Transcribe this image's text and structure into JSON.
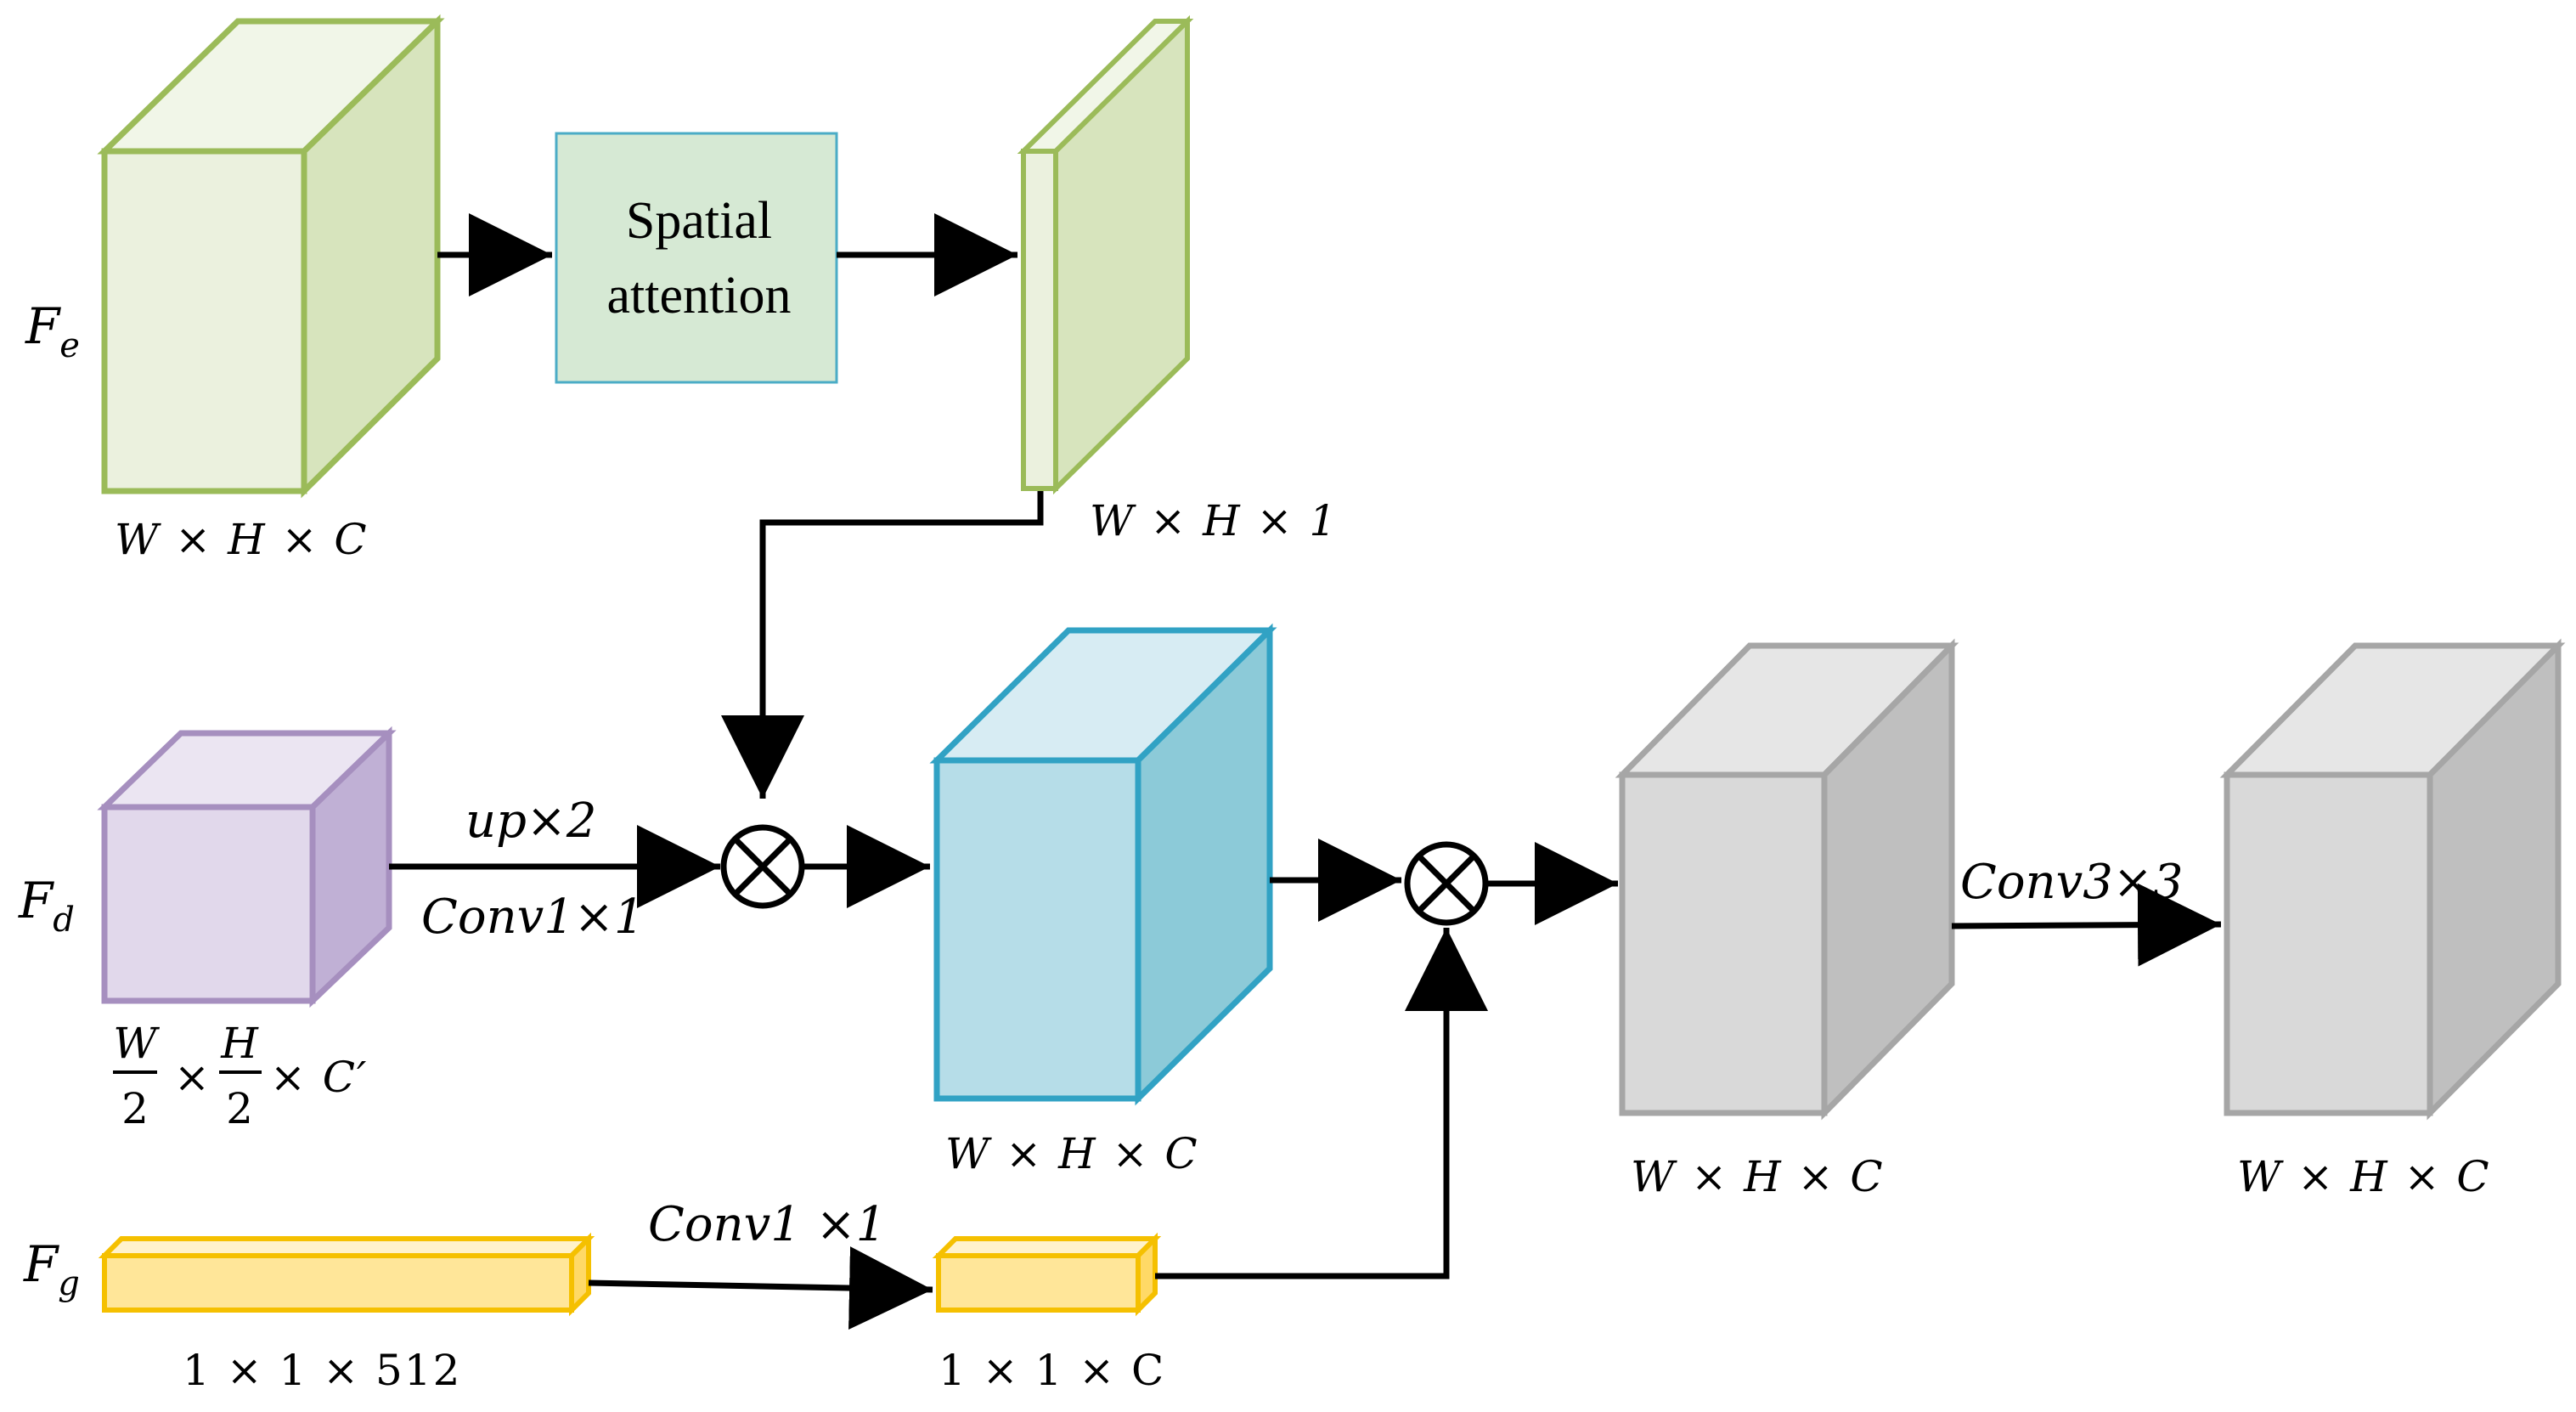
{
  "inputs": {
    "fe": {
      "symbol": "F",
      "subscript": "e",
      "dims": "W × H × C"
    },
    "fd": {
      "symbol": "F",
      "subscript": "d",
      "dims_w_num": "W",
      "dims_den_1": "2",
      "dims_times_1": "×",
      "dims_h_num": "H",
      "dims_den_2": "2",
      "dims_rest": "× C′"
    },
    "fg": {
      "symbol": "F",
      "subscript": "g",
      "dims": "1 × 1 × 512"
    }
  },
  "spatial_attention": {
    "line1": "Spatial",
    "line2": "attention",
    "output_dims": "W × H × 1"
  },
  "operations": {
    "up": "up×2",
    "conv1_d": "Conv1×1",
    "conv1_g": "Conv1 ×1",
    "conv3": "Conv3×3"
  },
  "outputs": {
    "g_small_dims": "1 × 1 × C",
    "blue_dims": "W × H × C",
    "gray1_dims": "W × H × C",
    "gray2_dims": "W × H × C"
  },
  "symbols": {
    "multiply": "⊗"
  },
  "colors": {
    "green_stroke": "#9bbb59",
    "green_front": "#ebf1de",
    "green_side": "#d7e4bd",
    "attention_fill": "#d6e9d4",
    "attention_stroke": "#4bacc6",
    "purple_stroke": "#a68fbf",
    "purple_front": "#e1d8eb",
    "purple_top": "#ebe5f2",
    "purple_side": "#c0b0d5",
    "blue_stroke": "#31a2c4",
    "blue_front": "#b6dde8",
    "blue_top": "#d7ecf3",
    "blue_side": "#8ccad8",
    "gray_stroke": "#a6a6a6",
    "gray_front": "#d9d9d9",
    "gray_top": "#e6e6e6",
    "gray_side": "#bfbfbf",
    "yellow_stroke": "#f5c000",
    "yellow_fill": "#ffe699"
  }
}
